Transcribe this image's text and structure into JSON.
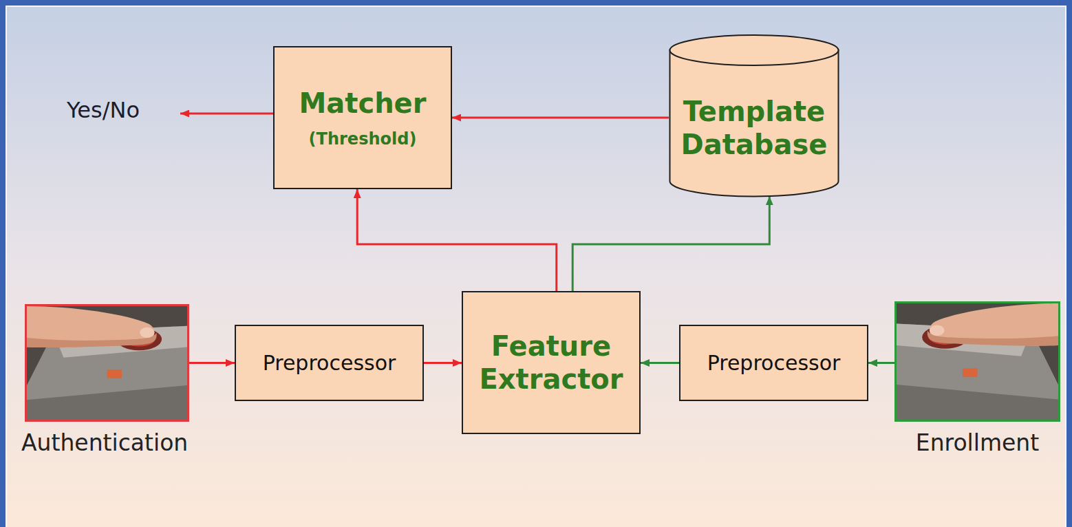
{
  "diagram": {
    "nodes": [
      {
        "text": [
          "Matcher",
          "(Threshold)"
        ]
      },
      {
        "text": [
          "Template Database"
        ]
      },
      {
        "text": [
          "Authentication"
        ]
      },
      {
        "text": [
          "Preprocessor"
        ]
      },
      {
        "text": [
          "Feature Extractor"
        ]
      },
      {
        "text": [
          "Preprocessor"
        ]
      },
      {
        "text": [
          "Enrollment"
        ]
      }
    ],
    "edges": [
      {
        "from": 1,
        "to": 0,
        "arrow": "to"
      },
      {
        "from": 4,
        "to": 0,
        "arrow": "to"
      },
      {
        "from": 4,
        "to": 1,
        "arrow": "to"
      },
      {
        "from": 2,
        "to": 3,
        "arrow": "to"
      },
      {
        "from": 3,
        "to": 4,
        "arrow": "to"
      },
      {
        "from": 6,
        "to": 5,
        "arrow": "to"
      },
      {
        "from": 5,
        "to": 4,
        "arrow": "to"
      }
    ],
    "labels": [
      "Yes/No"
    ]
  }
}
